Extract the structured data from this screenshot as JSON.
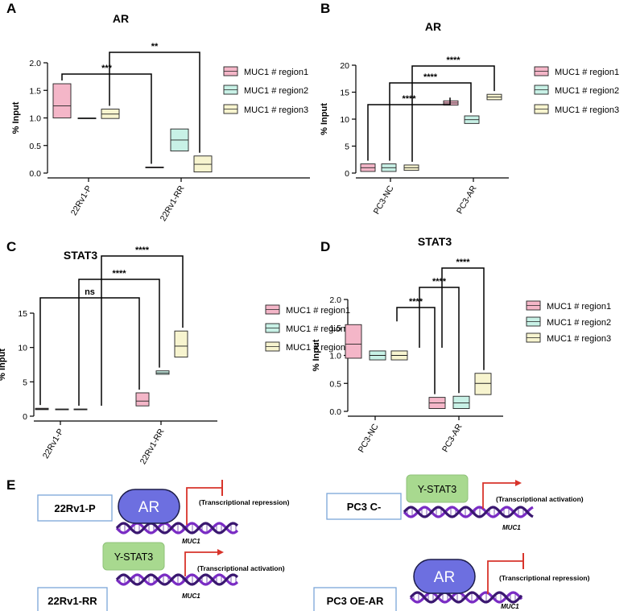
{
  "chart_data": [
    {
      "panel": "A",
      "type": "box",
      "title": "AR",
      "ylabel": "% Input",
      "ylim": [
        0,
        2.0
      ],
      "yticks": [
        "0.0",
        "0.5",
        "1.0",
        "1.5",
        "2.0"
      ],
      "categories": [
        "22Rv1-P",
        "22Rv1-RR"
      ],
      "series": [
        {
          "name": "MUC1 # region1",
          "boxes": [
            [
              1.0,
              1.22,
              1.62
            ],
            [
              0.1,
              0.1,
              0.11
            ]
          ]
        },
        {
          "name": "MUC1 # region2",
          "boxes": [
            [
              1.0,
              1.0,
              1.0
            ],
            [
              0.4,
              0.6,
              0.8
            ]
          ]
        },
        {
          "name": "MUC1 # region3",
          "boxes": [
            [
              0.99,
              1.07,
              1.16
            ],
            [
              0.02,
              0.16,
              0.31
            ]
          ]
        }
      ],
      "brackets": [
        {
          "from": [
            0,
            0
          ],
          "to": [
            1,
            0
          ],
          "label": "***"
        },
        {
          "from": [
            0,
            2
          ],
          "to": [
            1,
            2
          ],
          "label": "**"
        }
      ]
    },
    {
      "panel": "B",
      "type": "box",
      "title": "AR",
      "ylabel": "% Input",
      "ylim": [
        0,
        20
      ],
      "yticks": [
        "0",
        "5",
        "10",
        "15",
        "20"
      ],
      "categories": [
        "PC3-NC",
        "PC3-AR"
      ],
      "series": [
        {
          "name": "MUC1 # region1",
          "boxes": [
            [
              0.3,
              1.0,
              1.7
            ],
            [
              12.6,
              13.0,
              13.4
            ]
          ]
        },
        {
          "name": "MUC1 # region2",
          "boxes": [
            [
              0.3,
              1.0,
              1.7
            ],
            [
              9.2,
              9.9,
              10.6
            ]
          ]
        },
        {
          "name": "MUC1 # region3",
          "boxes": [
            [
              0.5,
              1.0,
              1.5
            ],
            [
              13.6,
              14.1,
              14.6
            ]
          ]
        }
      ],
      "brackets": [
        {
          "from": [
            0,
            0
          ],
          "to": [
            1,
            0
          ],
          "label": "****"
        },
        {
          "from": [
            0,
            1
          ],
          "to": [
            1,
            1
          ],
          "label": "****"
        },
        {
          "from": [
            0,
            2
          ],
          "to": [
            1,
            2
          ],
          "label": "****"
        }
      ]
    },
    {
      "panel": "C",
      "type": "box",
      "title": "STAT3",
      "ylabel": "% Input",
      "ylim": [
        0,
        15
      ],
      "yticks": [
        "0",
        "5",
        "10",
        "15"
      ],
      "categories": [
        "22Rv1-P",
        "22Rv1-RR"
      ],
      "series": [
        {
          "name": "MUC1 # region1",
          "boxes": [
            [
              0.95,
              1.05,
              1.15
            ],
            [
              1.5,
              2.2,
              3.4
            ]
          ]
        },
        {
          "name": "MUC1 # region2",
          "boxes": [
            [
              0.95,
              1.0,
              1.05
            ],
            [
              6.1,
              6.3,
              6.6
            ]
          ]
        },
        {
          "name": "MUC1 # region3",
          "boxes": [
            [
              0.95,
              1.0,
              1.05
            ],
            [
              8.6,
              10.2,
              12.4
            ]
          ]
        }
      ],
      "brackets": [
        {
          "from": [
            0,
            0
          ],
          "to": [
            1,
            0
          ],
          "label": "ns"
        },
        {
          "from": [
            0,
            1
          ],
          "to": [
            1,
            1
          ],
          "label": "****"
        },
        {
          "from": [
            0,
            2
          ],
          "to": [
            1,
            2
          ],
          "label": "****"
        }
      ]
    },
    {
      "panel": "D",
      "type": "box",
      "title": "STAT3",
      "ylabel": "% Input",
      "ylim": [
        0,
        2.0
      ],
      "yticks": [
        "0.0",
        "0.5",
        "1.0",
        "1.5",
        "2.0"
      ],
      "categories": [
        "PC3-NC",
        "PC3-AR"
      ],
      "series": [
        {
          "name": "MUC1 # region1",
          "boxes": [
            [
              0.95,
              1.2,
              1.55
            ],
            [
              0.05,
              0.15,
              0.25
            ]
          ]
        },
        {
          "name": "MUC1 # region2",
          "boxes": [
            [
              0.92,
              1.0,
              1.08
            ],
            [
              0.05,
              0.15,
              0.27
            ]
          ]
        },
        {
          "name": "MUC1 # region3",
          "boxes": [
            [
              0.92,
              1.0,
              1.08
            ],
            [
              0.3,
              0.5,
              0.68
            ]
          ]
        }
      ],
      "brackets": [
        {
          "from": [
            0,
            0
          ],
          "to": [
            1,
            0
          ],
          "label": "****"
        },
        {
          "from": [
            0,
            1
          ],
          "to": [
            1,
            1
          ],
          "label": "****"
        },
        {
          "from": [
            0,
            2
          ],
          "to": [
            1,
            2
          ],
          "label": "****"
        }
      ]
    }
  ],
  "legend_labels": [
    "MUC1 # region1",
    "MUC1 # region2",
    "MUC1 # region3"
  ],
  "colors": {
    "region1": "#f4b6c8",
    "region2": "#c8f1e6",
    "region3": "#f7f4cf",
    "ar_oval": "#6d6fe0",
    "stat3_box": "#a8d98f",
    "arrow": "#d8342b",
    "dna_a": "#7a2cc4",
    "dna_b": "#3a1770",
    "label_border": "#7ba6d8"
  },
  "panel_letters": [
    "A",
    "B",
    "C",
    "D",
    "E"
  ],
  "diagram": {
    "cells": [
      {
        "label": "22Rv1-P",
        "factor": "AR",
        "kind": "ar",
        "effect": "repression",
        "text": "(Transcriptional repression)",
        "gene": "MUC1"
      },
      {
        "label": "PC3 C-",
        "factor": "Y-STAT3",
        "kind": "stat3",
        "effect": "activation",
        "text": "(Transcriptional activation)",
        "gene": "MUC1"
      },
      {
        "label": "22Rv1-RR",
        "factor": "Y-STAT3",
        "kind": "stat3",
        "effect": "activation",
        "text": "(Transcriptional activation)",
        "gene": "MUC1"
      },
      {
        "label": "PC3 OE-AR",
        "factor": "AR",
        "kind": "ar",
        "effect": "repression",
        "text": "(Transcriptional repression)",
        "gene": "MUC1"
      }
    ]
  }
}
